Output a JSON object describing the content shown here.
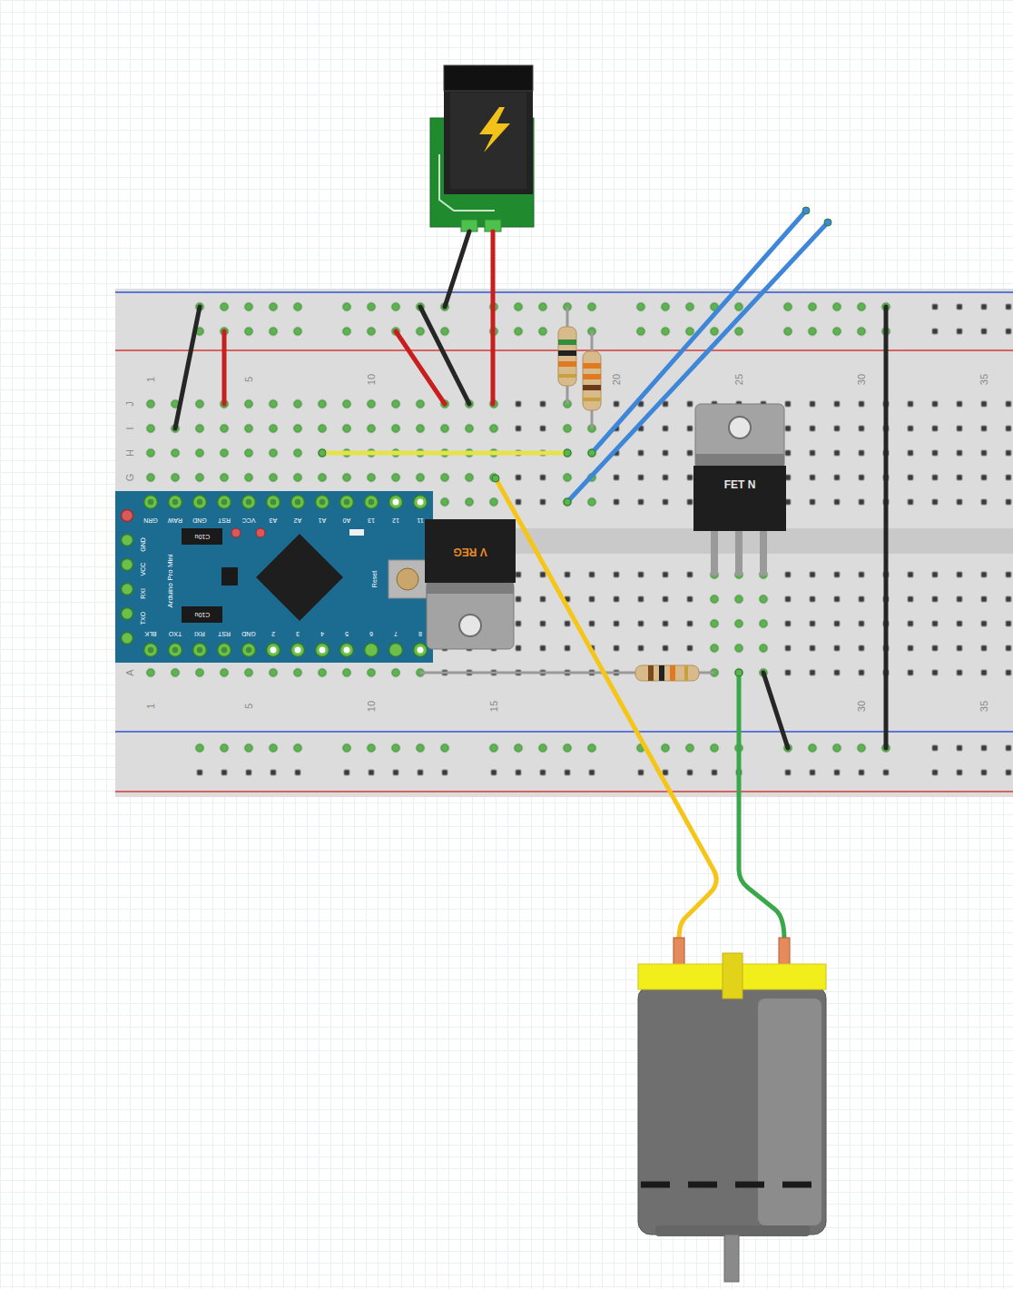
{
  "diagram": {
    "nodes": [
      {
        "text": [
          "FET N"
        ]
      },
      {
        "text": [
          "Arduino Pro Mini",
          "C10u",
          "C10u",
          "Reset"
        ]
      },
      {
        "text": [
          "V REG"
        ]
      }
    ],
    "labels": [
      "1",
      "5",
      "10",
      "20",
      "25",
      "30",
      "35",
      "J",
      "I",
      "H",
      "G",
      "GRN",
      "RAW",
      "GND",
      "RST",
      "VCC",
      "A3",
      "A2",
      "A1",
      "A0",
      "13",
      "12",
      "11",
      "GND",
      "VCC",
      "RXI",
      "TXO",
      "BLK",
      "TXO",
      "RXI",
      "RST",
      "GND",
      "2",
      "3",
      "4",
      "5",
      "6",
      "7",
      "8",
      "A",
      "1",
      "5",
      "10",
      "15",
      "30",
      "35"
    ]
  }
}
